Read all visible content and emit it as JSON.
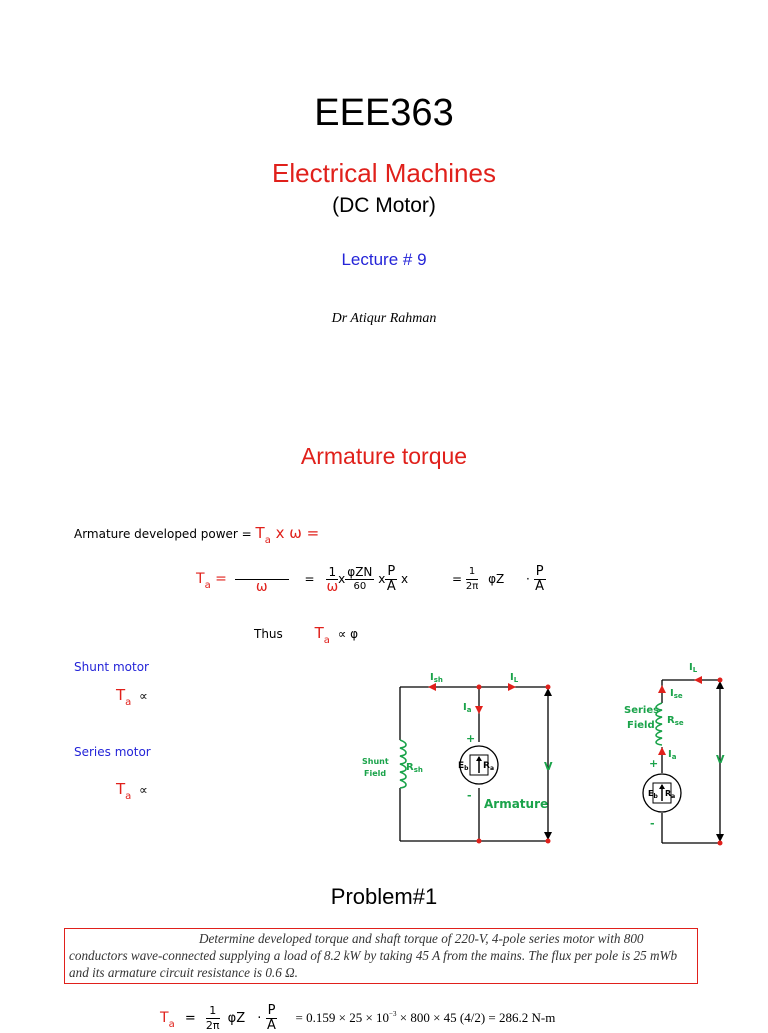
{
  "header": {
    "course": "EEE363",
    "title": "Electrical Machines",
    "subtitle": "(DC Motor)",
    "lecture": "Lecture # 9",
    "author": "Dr Atiqur Rahman"
  },
  "section": {
    "title": "Armature torque"
  },
  "power_eq": {
    "label": "Armature developed power  =",
    "T": "T",
    "a": "a",
    "rest": "x ω ="
  },
  "torque_eq": {
    "T": "T",
    "a": "a",
    "eq": "=",
    "omega": "ω",
    "eq2": "=",
    "one": "1",
    "omega2": "ω",
    "x1": "x",
    "phizn": "φZN",
    "sixty": "60",
    "x2": "x",
    "P": "P",
    "A": "A",
    "x3": "x",
    "eq3": "=",
    "one2": "1",
    "twopi": "2π",
    "phiz": "φZ",
    "dot": "·",
    "P2": "P",
    "A2": "A"
  },
  "thus": {
    "label": "Thus",
    "T": "T",
    "a": "a",
    "prop": "∝  φ"
  },
  "shunt": {
    "label": "Shunt motor",
    "T": "T",
    "a": "a",
    "prop": "∝"
  },
  "series": {
    "label": "Series motor",
    "T": "T",
    "a": "a",
    "prop": "∝"
  },
  "shunt_circuit": {
    "Ish": "I",
    "Ish_sub": "sh",
    "IL": "I",
    "IL_sub": "L",
    "Ia": "I",
    "Ia_sub": "a",
    "plus": "+",
    "minus": "-",
    "Eb": "E",
    "Eb_sub": "b",
    "Ra": "R",
    "Ra_sub": "a",
    "armature": "Armature",
    "V": "V",
    "shunt1": "Shunt",
    "shunt2": "Field",
    "Rsh": "R",
    "Rsh_sub": "sh"
  },
  "series_circuit": {
    "IL": "I",
    "IL_sub": "L",
    "Ise": "I",
    "Ise_sub": "se",
    "series1": "Series",
    "series2": "Field",
    "Rse": "R",
    "Rse_sub": "se",
    "Ia": "I",
    "Ia_sub": "a",
    "plus": "+",
    "minus": "-",
    "Eb": "E",
    "Eb_sub": "b",
    "Ra": "R",
    "Ra_sub": "a",
    "V": "V"
  },
  "problem": {
    "title": "Problem#1",
    "text": "Determine developed torque and shaft torque of 220-V, 4-pole series motor with 800 conductors wave-connected supplying a load of 8.2 kW by taking 45 A from the mains.  The flux per pole is 25 mWb and its armature circuit resistance is 0.6 Ω."
  },
  "solution": {
    "T": "T",
    "a": "a",
    "eq": "=",
    "one": "1",
    "twopi": "2π",
    "phiz": "φZ",
    "dot": "·",
    "P": "P",
    "A": "A",
    "result": "= 0.159 × 25 × 10",
    "exp": "−3",
    "result2": " × 800 × 45 (4/2) = 286.2 N-m"
  },
  "colors": {
    "red": "#e0201b",
    "blue": "#2424d8",
    "green": "#1aa34a",
    "dot": "#e0201b"
  }
}
